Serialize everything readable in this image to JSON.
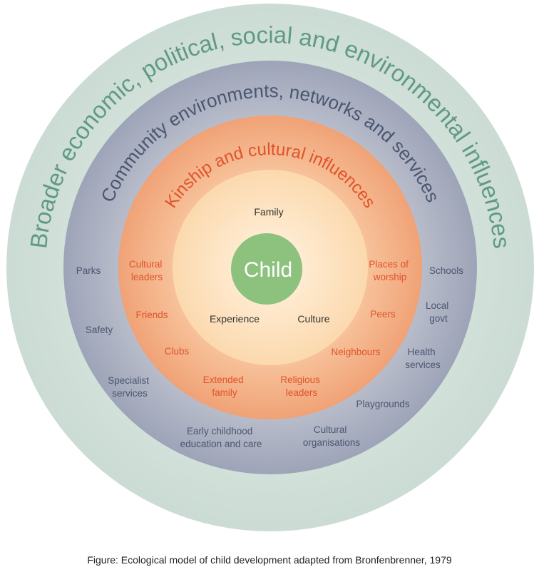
{
  "rings": {
    "outer": {
      "label": "Broader economic, political, social and environmental influences",
      "color": "#d4e3dc"
    },
    "community": {
      "label": "Community environments, networks and services",
      "color": "#a9afc0"
    },
    "kinship": {
      "label": "Kinship and cultural influences",
      "color": "#f2a67e"
    },
    "micro": {
      "color": "#fde5c4"
    },
    "child": {
      "label": "Child",
      "color": "#8cc17e"
    }
  },
  "community_items": {
    "parks": [
      "Parks"
    ],
    "safety": [
      "Safety"
    ],
    "specialist": [
      "Specialist",
      "services"
    ],
    "early_childhood": [
      "Early childhood",
      "education and care"
    ],
    "cultural_orgs": [
      "Cultural",
      "organisations"
    ],
    "playgrounds": [
      "Playgrounds"
    ],
    "health": [
      "Health",
      "services"
    ],
    "local_govt": [
      "Local",
      "govt"
    ],
    "schools": [
      "Schools"
    ]
  },
  "kinship_items": {
    "cultural_leaders": [
      "Cultural",
      "leaders"
    ],
    "friends": [
      "Friends"
    ],
    "clubs": [
      "Clubs"
    ],
    "extended_family": [
      "Extended",
      "family"
    ],
    "religious_leaders": [
      "Religious",
      "leaders"
    ],
    "neighbours": [
      "Neighbours"
    ],
    "peers": [
      "Peers"
    ],
    "places_of_worship": [
      "Places of",
      "worship"
    ]
  },
  "micro_items": {
    "family": "Family",
    "experience": "Experience",
    "culture": "Culture"
  },
  "caption": "Figure: Ecological model of child development adapted from Bronfenbrenner, 1979"
}
